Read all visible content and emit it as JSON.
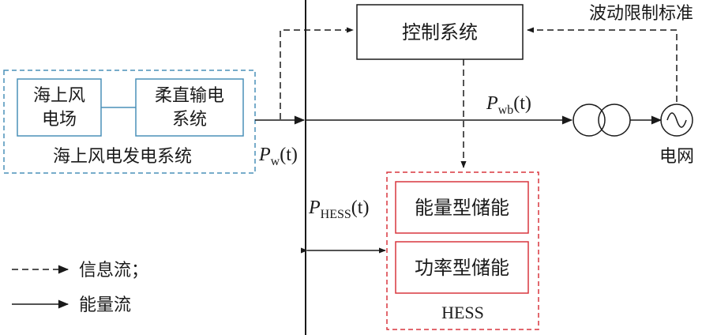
{
  "colors": {
    "line": "#1a1a1a",
    "offshore_blue": "#4a90b8",
    "hess_red": "#d9363e"
  },
  "diagram": {
    "offshore_system": {
      "wind_farm": {
        "line1": "海上风",
        "line2": "电场"
      },
      "hvdc": {
        "line1": "柔直输电",
        "line2": "系统"
      },
      "caption": "海上风电发电系统"
    },
    "control_system": "控制系统",
    "fluctuation_standard": "波动限制标准",
    "grid": "电网",
    "hess": {
      "energy_storage": "能量型储能",
      "power_storage": "功率型储能",
      "caption": "HESS"
    },
    "power_labels": {
      "pwb": {
        "symbol": "P",
        "subscript": "wb",
        "arg": "(t)"
      },
      "pw": {
        "symbol": "P",
        "subscript": "w",
        "arg": "(t)"
      },
      "phess": {
        "symbol": "P",
        "subscript": "HESS",
        "arg": "(t)"
      }
    },
    "legend": {
      "info_flow": "信息流；",
      "energy_flow": "能量流"
    }
  }
}
